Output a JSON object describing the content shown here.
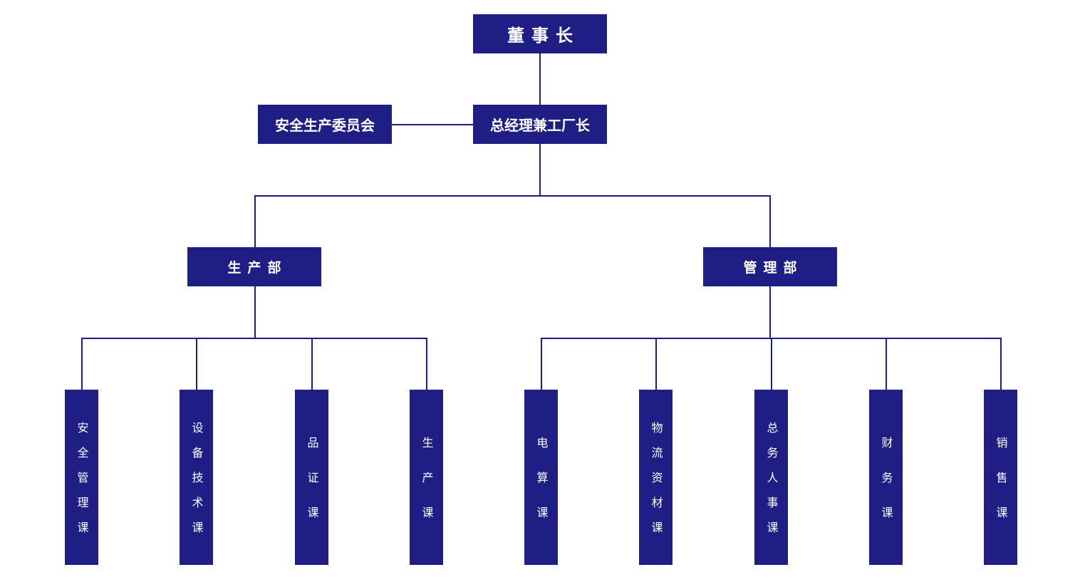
{
  "colors": {
    "box": "#1f1e85",
    "line": "#1f1e85",
    "text": "#ffffff",
    "background": "#ffffff"
  },
  "chairman": "董事长",
  "general_manager": "总经理兼工厂长",
  "safety_committee": "安全生产委员会",
  "departments": [
    {
      "name": "生产部",
      "sections": [
        "安全管理课",
        "设备技术课",
        "品证课",
        "生产课"
      ]
    },
    {
      "name": "管理部",
      "sections": [
        "电算课",
        "物流资材课",
        "总务人事课",
        "财务课",
        "销售课"
      ]
    }
  ]
}
